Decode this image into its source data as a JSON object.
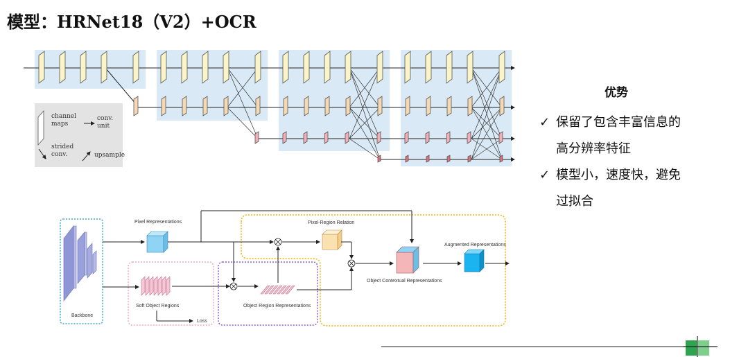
{
  "title": "模型：HRNet18（V2）+OCR",
  "advantages": {
    "heading": "优势",
    "check_glyph": "✓",
    "items": [
      {
        "line1": "保留了包含丰富信息的",
        "line2": "高分辨率特征"
      },
      {
        "line1": "模型小，速度快，避免",
        "line2": "过拟合"
      }
    ]
  },
  "hrnet_legend": {
    "channel_maps": [
      "channel",
      "maps"
    ],
    "conv_unit": [
      "conv.",
      "unit"
    ],
    "strided_conv": [
      "strided",
      "conv."
    ],
    "upsample": "upsample"
  },
  "ocr_labels": {
    "pixel_representations": "Pixel Representations",
    "pixel_region_relation": "Pixel-Region Relation",
    "augmented_representations": "Augmented Representations",
    "object_contextual_representations": "Object Contextual Representations",
    "soft_object_regions": "Soft Object Regions",
    "object_region_representations": "Object Region Representations",
    "backbone": "Backbone",
    "loss": "Loss",
    "multiply_symbol": "⊗"
  },
  "colors": {
    "stage_bg": "#d9e9f5",
    "branch1": "#fbf4c8",
    "branch2": "#f7d8b5",
    "branch3": "#f4aeb8",
    "backbone_box": "#3aa6d8",
    "soft_region_box": "#f0a8c0",
    "object_region_box": "#8e5ad6",
    "relation_box": "#f0b400",
    "pixel_rep": "#8fd3f5",
    "augmented": "#1ab4f0",
    "footer_green": "#2da44e"
  }
}
